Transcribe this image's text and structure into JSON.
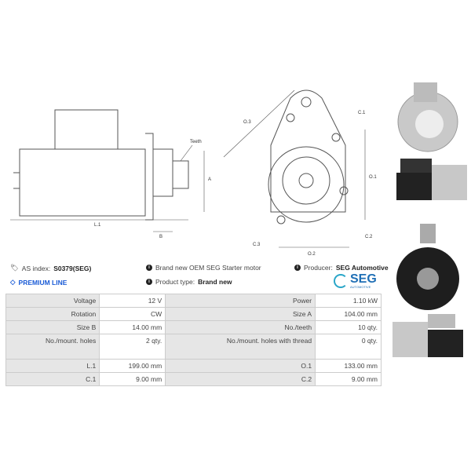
{
  "drawing_labels": {
    "teeth": "Teeth",
    "a": "A",
    "b": "B",
    "l1": "L.1",
    "o1": "O.1",
    "o2": "O.2",
    "o3": "O.3",
    "c1": "C.1",
    "c2": "C.2",
    "c3": "C.3"
  },
  "info": {
    "as_index_label": "AS index:",
    "as_index_value": "S0379(SEG)",
    "premium": "PREMIUM LINE",
    "desc": "Brand new OEM SEG Starter motor",
    "product_type_label": "Product type:",
    "product_type_value": "Brand new",
    "producer_label": "Producer:",
    "producer_value": "SEG Automotive",
    "logo_text": "SEG",
    "logo_sub": "AUTOMOTIVE"
  },
  "colors": {
    "premium": "#1a5bd6",
    "logo": "#1f6fb5",
    "logo_ring": "#2aa6c8"
  },
  "specs": [
    {
      "l1": "Voltage",
      "v1": "12 V",
      "l2": "Power",
      "v2": "1.10 kW"
    },
    {
      "l1": "Rotation",
      "v1": "CW",
      "l2": "Size A",
      "v2": "104.00 mm"
    },
    {
      "l1": "Size B",
      "v1": "14.00 mm",
      "l2": "No./teeth",
      "v2": "10 qty."
    },
    {
      "l1": "No./mount. holes",
      "v1": "2 qty.",
      "l2": "No./mount. holes with thread",
      "v2": "0 qty."
    },
    {
      "l1": "L.1",
      "v1": "199.00 mm",
      "l2": "O.1",
      "v2": "133.00 mm"
    },
    {
      "l1": "C.1",
      "v1": "9.00 mm",
      "l2": "C.2",
      "v2": "9.00 mm"
    }
  ]
}
